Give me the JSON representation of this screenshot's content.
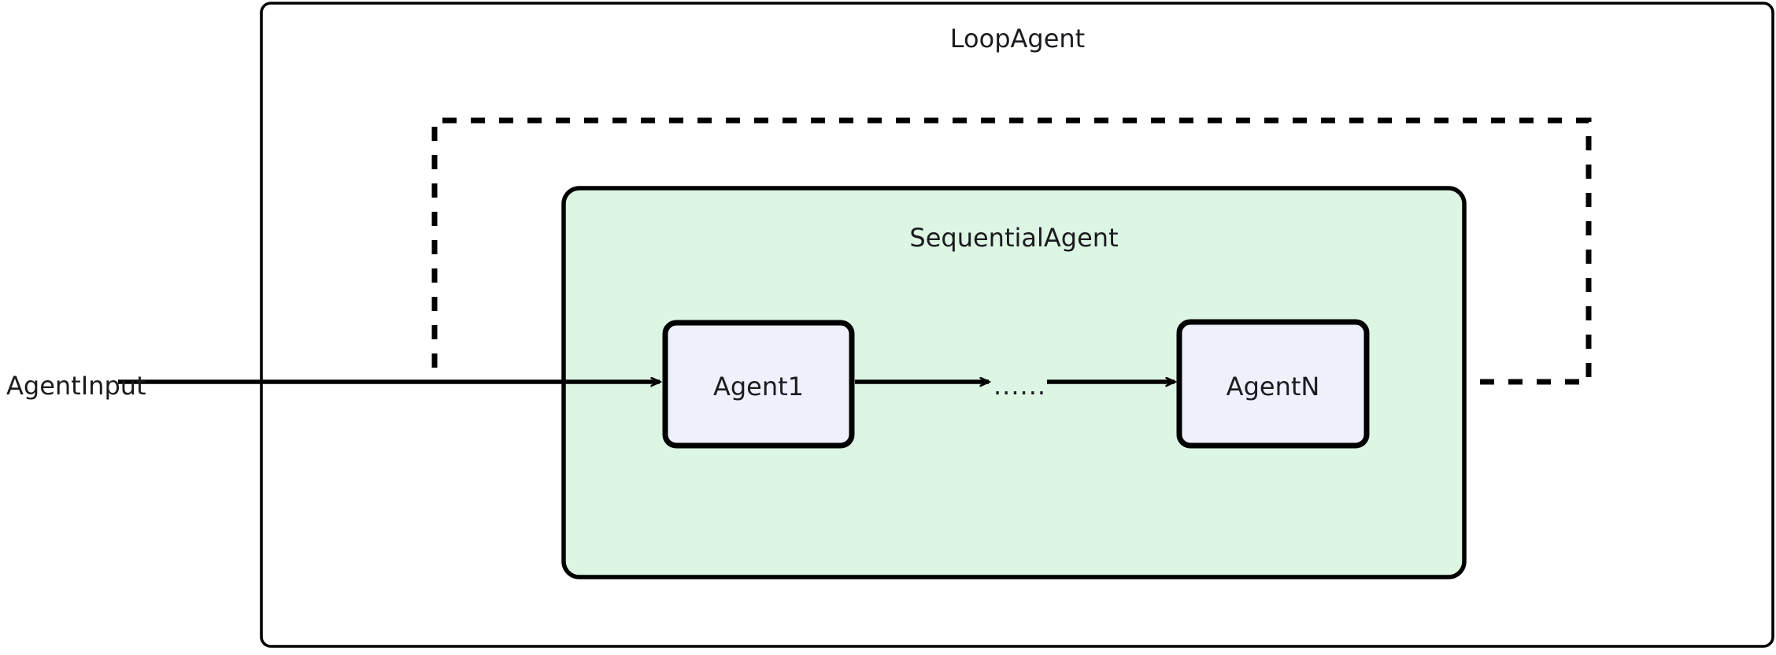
{
  "diagram": {
    "title": "LoopAgent",
    "type": "agent-architecture-flow",
    "background_color": "#ffffff"
  },
  "loop_agent": {
    "label": "LoopAgent",
    "fill": "#ffffff",
    "stroke": "#000000"
  },
  "sequential_agent": {
    "label": "SequentialAgent",
    "fill": "#ddf5e3",
    "stroke": "#000000"
  },
  "agents": [
    {
      "label": "Agent1",
      "fill": "#eef1fb",
      "stroke": "#000000"
    },
    {
      "label": "AgentN",
      "fill": "#eef1fb",
      "stroke": "#000000"
    }
  ],
  "input": {
    "label": "AgentInput"
  },
  "ellipsis": {
    "label": "......"
  },
  "edges": [
    {
      "name": "input-to-agent1",
      "style": "solid",
      "from": "AgentInput",
      "to": "Agent1",
      "arrow": true
    },
    {
      "name": "agent1-to-ellipsis",
      "style": "solid",
      "from": "Agent1",
      "to": "......",
      "arrow": true
    },
    {
      "name": "ellipsis-to-agentn",
      "style": "solid",
      "from": "......",
      "to": "AgentN",
      "arrow": true
    },
    {
      "name": "agentn-loopback",
      "style": "dashed",
      "from": "AgentN",
      "to": "Agent1",
      "arrow": false
    }
  ],
  "colors": {
    "stroke": "#000000",
    "text": "#1b1b20",
    "sequential_fill": "#ddf5e3",
    "agent_fill": "#eef1fb",
    "canvas": "#ffffff"
  }
}
